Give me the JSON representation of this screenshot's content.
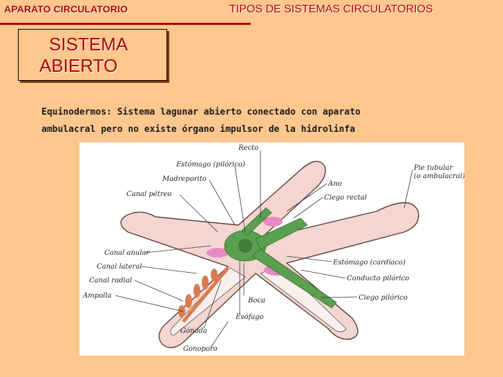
{
  "header": {
    "left_title": "APARATO CIRCULATORIO",
    "right_title": "TIPOS DE SISTEMAS CIRCULATORIOS"
  },
  "title_box": {
    "line1": "SISTEMA",
    "line2": "ABIERTO"
  },
  "description": {
    "line1": "Equinodermos: Sistema lagunar abierto conectado con aparato",
    "line2": "ambulacral pero no existe órgano impulsor de la hidrolinfa"
  },
  "figure": {
    "labels": {
      "recto": "Recto",
      "estomago_pilorico": "Estómago (pilórico)",
      "madreporito": "Madreporito",
      "canal_petreo": "Canal pétreo",
      "canal_anular": "Canal anular",
      "canal_lateral": "Canal lateral",
      "canal_radial": "Canal radial",
      "ampolla": "Ampolla",
      "gonada": "Gónada",
      "gonoporo": "Gonoporo",
      "boca": "Boca",
      "esofago": "Esófago",
      "ano": "Ano",
      "ciego_rectal": "Ciego rectal",
      "pie_tubular": "Pie tubular",
      "pie_tubular_2": "(o ambulacral)",
      "estomago_cardiaco": "Estómago (cardíaco)",
      "conducto_pilorico": "Conducto pilórico",
      "ciego_pilorico": "Ciego pilórico"
    },
    "colors": {
      "body": "#f3d6d2",
      "green": "#5aa050",
      "orange": "#dc7a4e",
      "pink": "#e889c2"
    }
  }
}
